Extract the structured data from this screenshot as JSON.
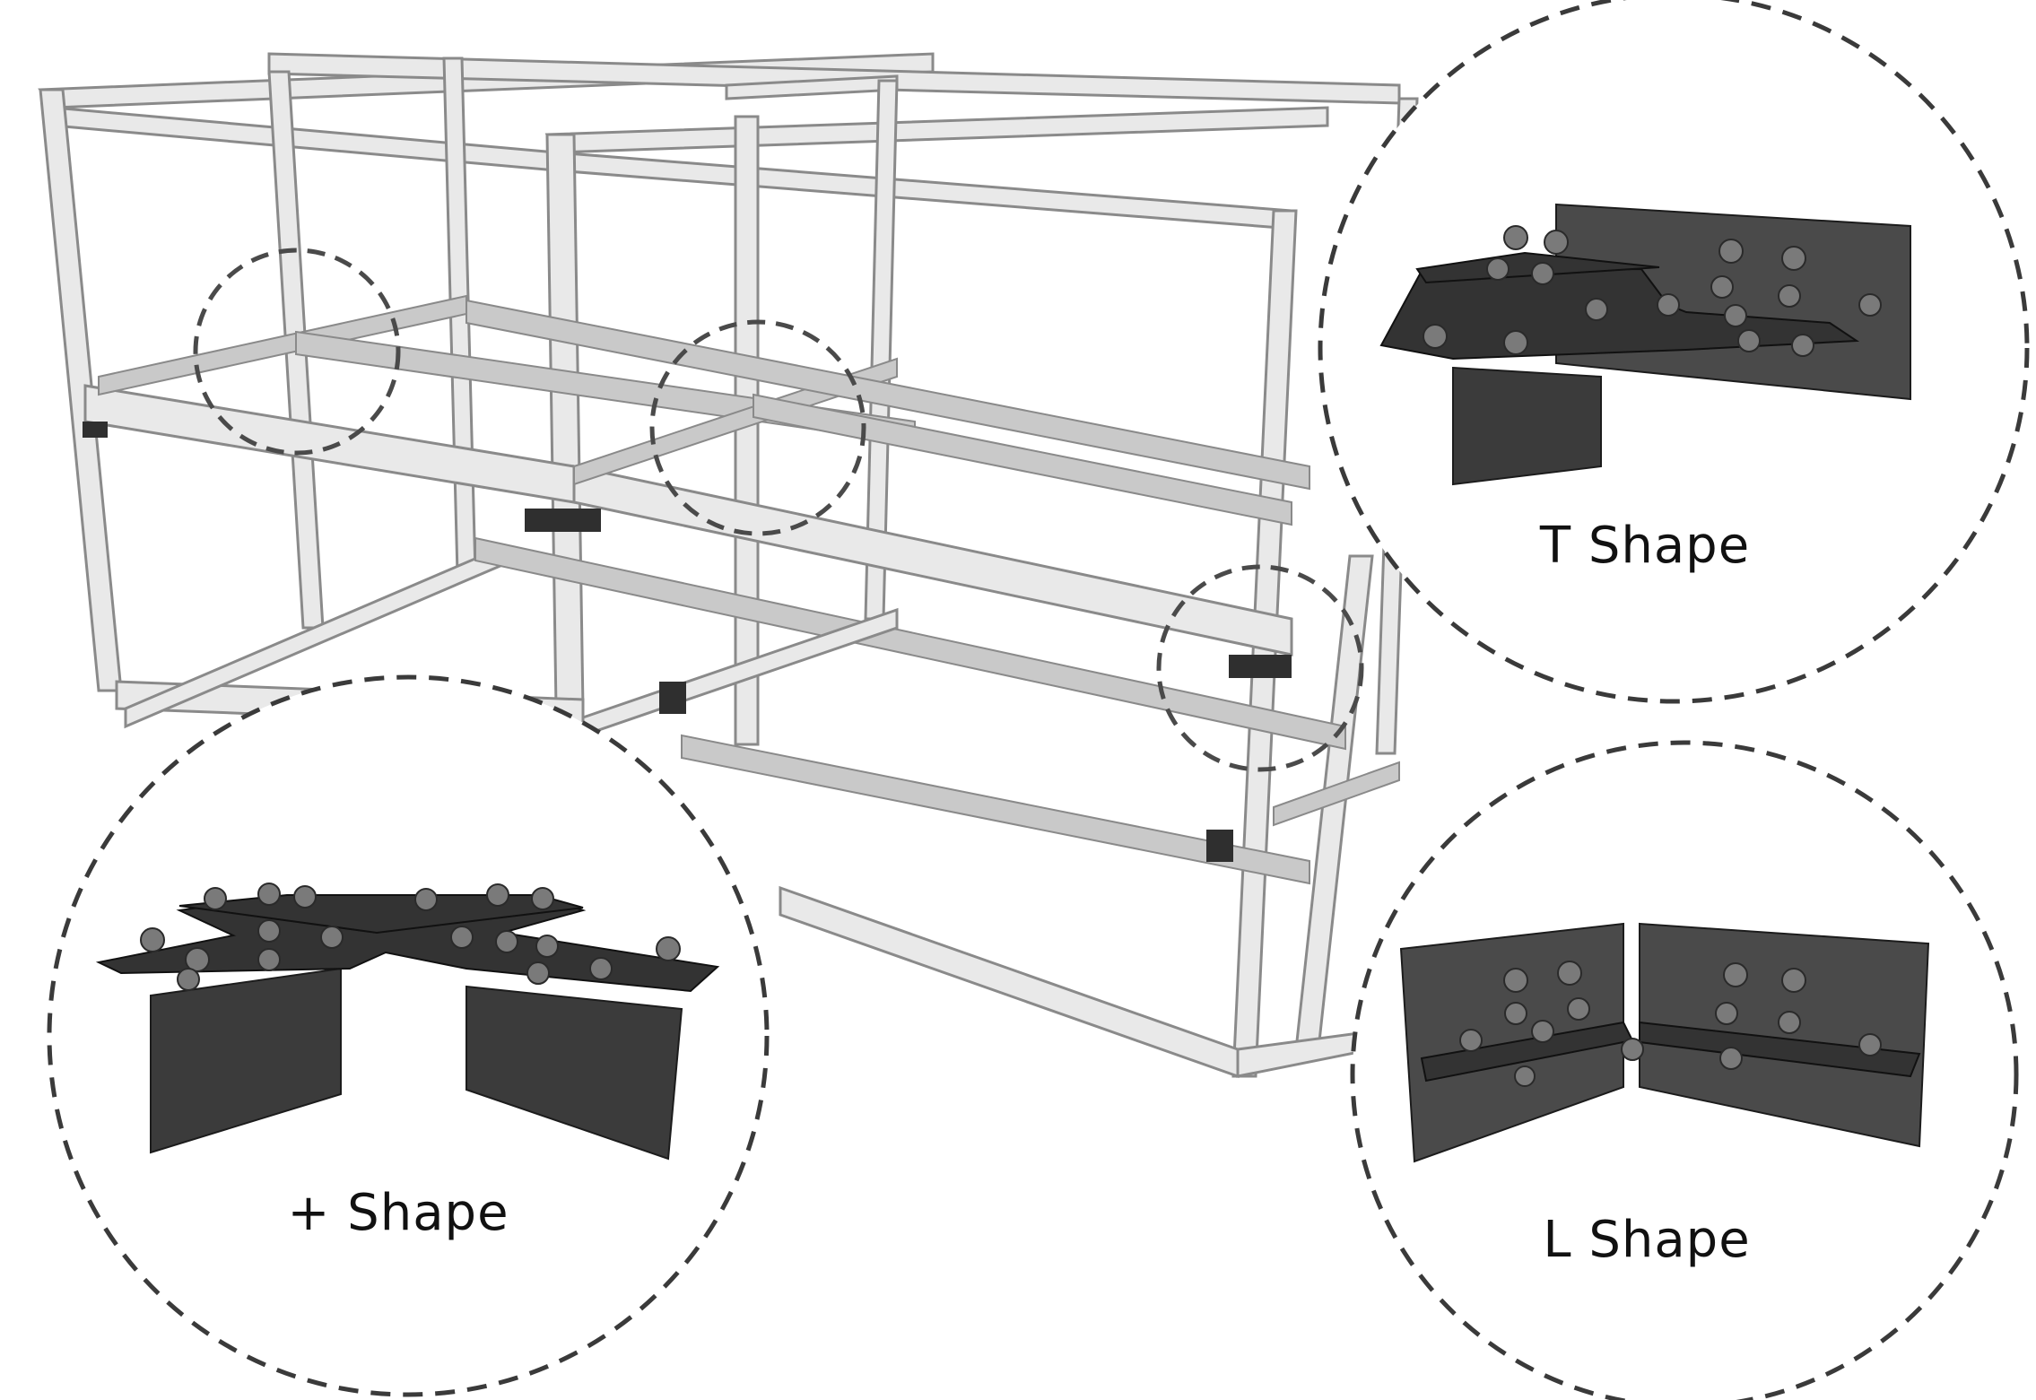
{
  "labels": {
    "t_shape": "T Shape",
    "l_shape": "L Shape",
    "plus_shape": "+ Shape"
  },
  "colors": {
    "frame": "#e9e9e9",
    "frame_edge": "#8a8a8a",
    "steel_plate": "#3b3b3b",
    "bolt": "#7a7a7a",
    "dashed_outline": "#3a3a3a",
    "background": "#ffffff"
  }
}
